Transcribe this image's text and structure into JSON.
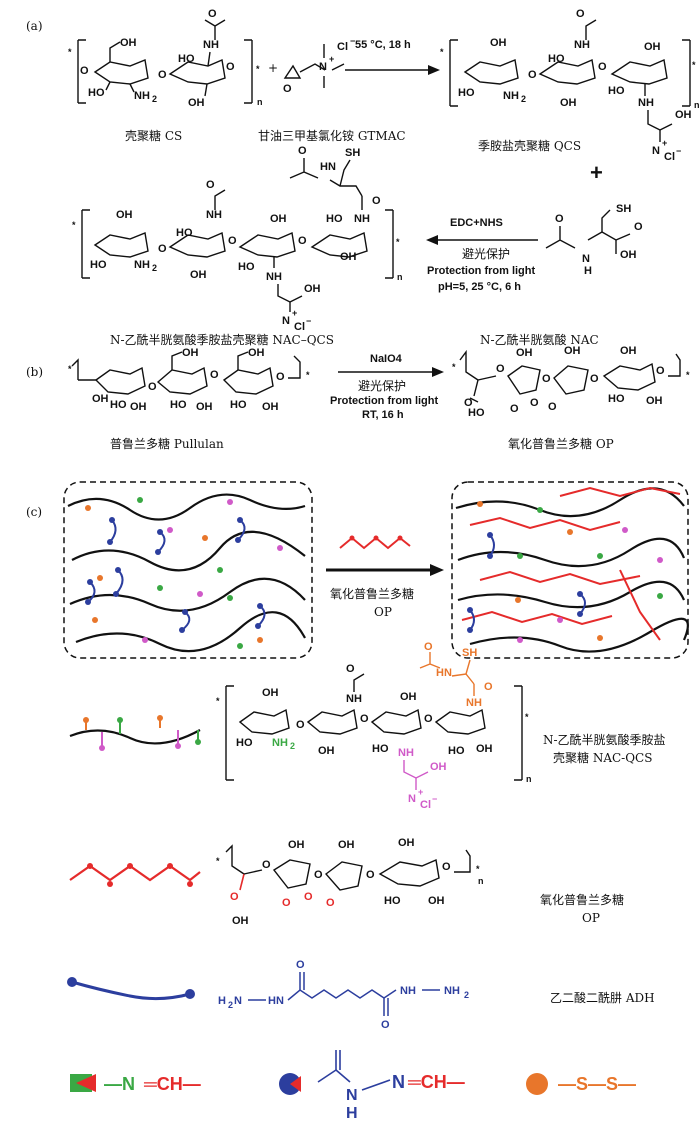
{
  "panels": {
    "a": {
      "tag": "(a)",
      "cs_label": "壳聚糖 CS",
      "gtmac_label": "甘油三甲基氯化铵 GTMAC",
      "qcs_label": "季胺盐壳聚糖 QCS",
      "nac_qcs_label": "N-乙酰半胱氨酸季胺盐壳聚糖 NAC–QCS",
      "nac_label": "N-乙酰半胱氨酸 NAC",
      "step1_condition": "55 °C, 18 h",
      "step2_reagent": "EDC+NHS",
      "step2_cn": "避光保护",
      "step2_en": "Protection from light",
      "step2_cond": "pH=5, 25 °C, 6 h",
      "plus": "+",
      "n": "n"
    },
    "b": {
      "tag": "(b)",
      "pullulan_label": "普鲁兰多糖 Pullulan",
      "op_label": "氧化普鲁兰多糖 OP",
      "reagent": "NaIO4",
      "cond_cn": "避光保护",
      "cond_en": "Protection from light",
      "cond_time": "RT, 16 h"
    },
    "c": {
      "tag": "(c)",
      "arrow_label_cn": "氧化普鲁兰多糖",
      "arrow_label_en": "OP",
      "legend": [
        {
          "name": "nac_qcs",
          "label_line1": "N-乙酰半胱氨酸季胺盐",
          "label_line2": "壳聚糖 NAC-QCS"
        },
        {
          "name": "op",
          "label_line1": "氧化普鲁兰多糖",
          "label_line2": "OP"
        },
        {
          "name": "adh",
          "label_line1": "乙二酸二酰肼 ADH",
          "label_line2": ""
        }
      ],
      "bonds": [
        {
          "name": "imine",
          "text": "—N═CH—",
          "color": "#3aa844"
        },
        {
          "name": "acylhydrazone",
          "text": "N═CH—",
          "color": "#2c3e9e"
        },
        {
          "name": "disulfide",
          "text": "—S—S—",
          "color": "#e8762b"
        }
      ],
      "adh_formula_left": "H2N—HN",
      "adh_formula_right": "NH—NH2"
    }
  },
  "colors": {
    "red": "#e52b2b",
    "green": "#3aa844",
    "orange": "#e8762b",
    "pink": "#d05ac8",
    "blue": "#2c3e9e",
    "black": "#111111"
  }
}
